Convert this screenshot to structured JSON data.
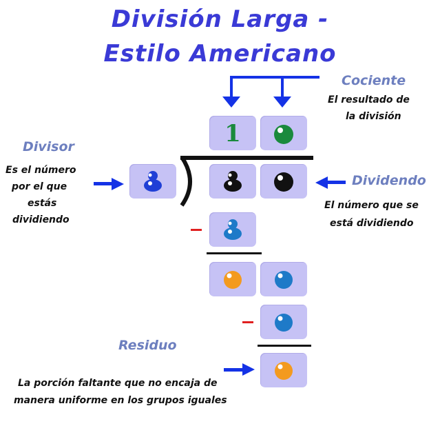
{
  "title": {
    "line1": "División Larga -",
    "line2": "Estilo Americano"
  },
  "cociente": {
    "label": "Cociente",
    "desc1": "El resultado de",
    "desc2": "la división"
  },
  "divisor": {
    "label": "Divisor",
    "desc1": "Es el número",
    "desc2": "por el que",
    "desc3": "estás",
    "desc4": "dividiendo"
  },
  "dividendo": {
    "label": "Dividendo",
    "desc1": "El número que se",
    "desc2": "está dividiendo"
  },
  "residuo": {
    "label": "Residuo",
    "desc1": "La porción faltante que no encaja de",
    "desc2": "manera uniforme en los grupos iguales"
  },
  "digits": {
    "quotient": [
      "1",
      "0"
    ],
    "divisor": "8",
    "dividend": [
      "8",
      "0"
    ],
    "subtract1": "8",
    "remainder_row": [
      "0",
      "0"
    ],
    "subtract2": "0",
    "residuo": "0"
  },
  "colors": {
    "title": "#3a3ad6",
    "label": "#6d7fbf",
    "tile": "#c6c2f5",
    "arrow": "#1432e6",
    "minus": "#e02020",
    "green": "#1a8a3c",
    "blue": "#1f3fd6",
    "black": "#111111",
    "teal": "#1e7ac8",
    "orange": "#f39a1f"
  }
}
